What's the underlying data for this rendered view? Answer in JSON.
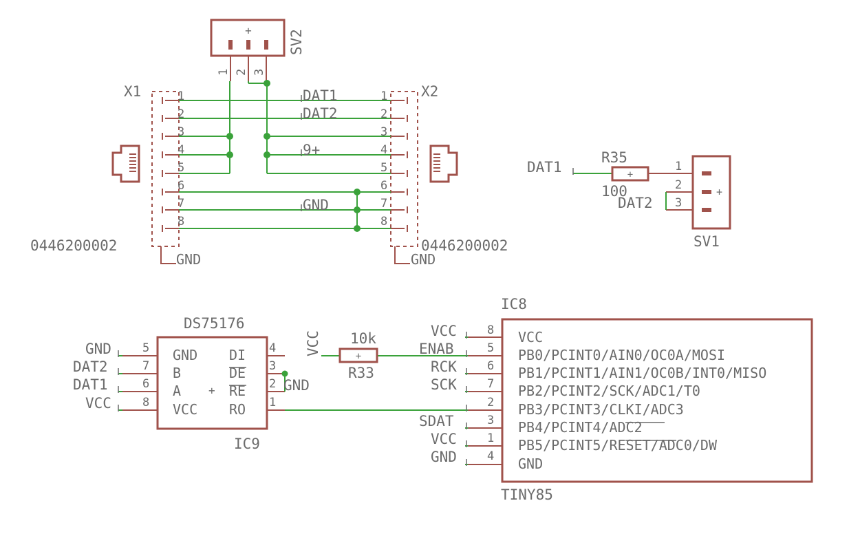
{
  "parts": {
    "sv2": {
      "name": "SV2",
      "plus": "+",
      "pins": [
        "1",
        "2",
        "3"
      ]
    },
    "x1": {
      "name": "X1",
      "value": "0446200002",
      "gnd": "GND",
      "pins": [
        "1",
        "2",
        "3",
        "4",
        "5",
        "6",
        "7",
        "8"
      ]
    },
    "x2": {
      "name": "X2",
      "value": "0446200002",
      "gnd": "GND",
      "pins": [
        "1",
        "2",
        "3",
        "4",
        "5",
        "6",
        "7",
        "8"
      ]
    },
    "r35": {
      "name": "R35",
      "value": "100",
      "plus": "+"
    },
    "sv1": {
      "name": "SV1",
      "plus": "+",
      "pins": [
        "1",
        "2",
        "3"
      ]
    },
    "ic9": {
      "value": "DS75176",
      "name": "IC9",
      "plus": "+",
      "left_pins": [
        "5",
        "7",
        "6",
        "8"
      ],
      "left_names": [
        "GND",
        "B",
        "A",
        "VCC"
      ],
      "right_pins": [
        "4",
        "3",
        "2",
        "1"
      ],
      "right_names": [
        "DI",
        "DE",
        "RE",
        "RO"
      ]
    },
    "r33": {
      "name": "R33",
      "value": "10k",
      "plus": "+"
    },
    "ic8": {
      "name": "IC8",
      "value": "TINY85",
      "pins": [
        "8",
        "5",
        "6",
        "7",
        "2",
        "3",
        "1",
        "4"
      ],
      "pin_names": [
        "VCC",
        "PB0/PCINT0/AIN0/OC0A/MOSI",
        "PB1/PCINT1/AIN1/OC0B/INT0/MISO",
        "PB2/PCINT2/SCK/ADC1/T0",
        "PB3/PCINT3/CLKI/ADC3",
        "PB4/PCINT4/ADC2",
        "PB5/PCINT5/RESET/ADC0/DW",
        "GND"
      ]
    }
  },
  "nets": {
    "dat1": "DAT1",
    "dat2": "DAT2",
    "v9": "9+",
    "gnd": "GND",
    "vcc": "VCC",
    "enab": "ENAB",
    "rck": "RCK",
    "sck": "SCK",
    "sdat": "SDAT"
  }
}
